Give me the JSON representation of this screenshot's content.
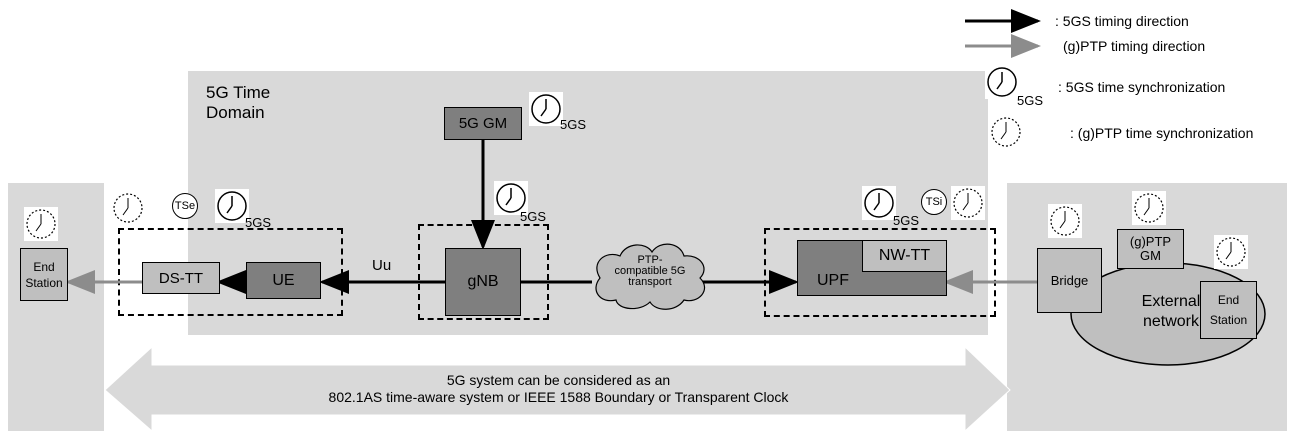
{
  "legend": {
    "fivegs_timing": ": 5GS timing direction",
    "gptp_timing": "(g)PTP timing direction",
    "fivegs_sync": ": 5GS time synchronization",
    "fivegs_sub": "5GS",
    "gptp_sync": ": (g)PTP time synchronization"
  },
  "domain": {
    "title_line1": "5G Time",
    "title_line2": "Domain"
  },
  "nodes": {
    "gm": "5G GM",
    "gnb": "gNB",
    "ue": "UE",
    "dstt": "DS-TT",
    "upf": "UPF",
    "nwtt": "NW-TT",
    "end_station_left_1": "End",
    "end_station_left_2": "Station",
    "bridge": "Bridge",
    "gptp_gm_1": "(g)PTP",
    "gptp_gm_2": "GM",
    "end_station_right_1": "End",
    "end_station_right_2": "Station",
    "external_1": "External",
    "external_2": "network"
  },
  "transport": {
    "line1": "PTP-",
    "line2": "compatible 5G",
    "line3": "transport"
  },
  "link_uu": "Uu",
  "clock_subscripts": {
    "gm": "5GS",
    "gnb": "5GS",
    "ue": "5GS",
    "upf": "5GS"
  },
  "ts_badges": {
    "tse": "TSe",
    "tsi": "TSi"
  },
  "bottom_arrow": {
    "line1": "5G system can be considered as an",
    "line2": "802.1AS time-aware system or IEEE 1588 Boundary or Transparent Clock"
  },
  "colors": {
    "region": "#d9d9d9",
    "node": "#7f7f7f",
    "node_light": "#bfbfbf",
    "gptp_arrow": "#8c8c8c",
    "fivegs_arrow": "#000000"
  },
  "icons": {
    "clock": "clock-icon",
    "clock_gptp": "dotted-clock-icon"
  }
}
